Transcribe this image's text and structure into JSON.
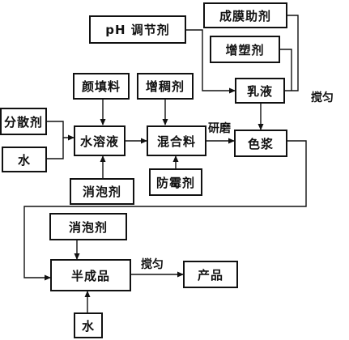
{
  "nodes": {
    "chengmo": "成膜助剂",
    "ph": "pH 调节剂",
    "zengsu": "增塑剂",
    "yantian": "颜填料",
    "zengchou": "增稠剂",
    "rueye": "乳液",
    "fensan": "分散剂",
    "shuirongye": "水溶液",
    "hunheliao": "混合料",
    "sejiang": "色浆",
    "shui1": "水",
    "xiaopao1": "消泡剂",
    "fangmei": "防霉剂",
    "xiaopao2": "消泡剂",
    "banchengpin": "半成品",
    "chanpin": "产品",
    "shui2": "水"
  },
  "labels": {
    "yanmo": "研磨",
    "jiaoyun1": "搅匀",
    "jiaoyun2": "搅匀"
  }
}
